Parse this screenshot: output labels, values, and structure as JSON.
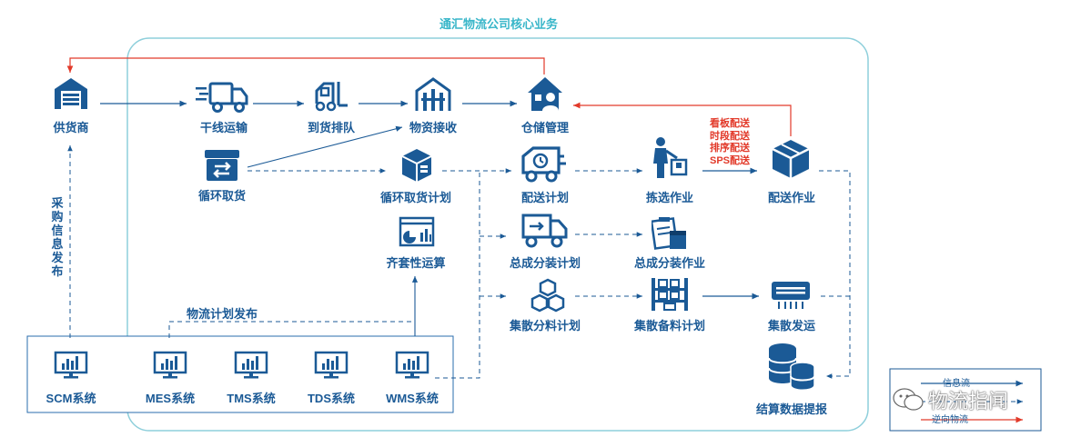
{
  "title": "通汇物流公司核心业务",
  "nodes": {
    "supplier": {
      "label": "供货商",
      "icon": "warehouse-icon"
    },
    "trunk_transport": {
      "label": "干线运输",
      "icon": "truck-icon"
    },
    "arrival_queue": {
      "label": "到货排队",
      "icon": "forklift-icon"
    },
    "material_receipt": {
      "label": "物资接收",
      "icon": "building-icon"
    },
    "warehouse_mgmt": {
      "label": "仓储管理",
      "icon": "house-person-icon"
    },
    "milk_run": {
      "label": "循环取货",
      "icon": "exchange-box-icon"
    },
    "milk_run_plan": {
      "label": "循环取货计划",
      "icon": "3d-box-icon"
    },
    "delivery_plan": {
      "label": "配送计划",
      "icon": "delivery-truck-icon"
    },
    "picking": {
      "label": "拣选作业",
      "icon": "worker-picking-icon"
    },
    "delivery_ops": {
      "label": "配送作业",
      "icon": "package-icon"
    },
    "kit_calc": {
      "label": "齐套性运算",
      "icon": "dashboard-chart-icon"
    },
    "assembly_plan": {
      "label": "总成分装计划",
      "icon": "transfer-truck-icon"
    },
    "assembly_ops": {
      "label": "总成分装作业",
      "icon": "clipboard-box-icon"
    },
    "bulk_sort_plan": {
      "label": "集散分料计划",
      "icon": "stacked-cubes-icon"
    },
    "bulk_prep_plan": {
      "label": "集散备料计划",
      "icon": "shelf-icon"
    },
    "bulk_dispatch": {
      "label": "集散发运",
      "icon": "dispatch-machine-icon"
    },
    "settlement": {
      "label": "结算数据提报",
      "icon": "database-icon"
    }
  },
  "delivery_modes": [
    "看板配送",
    "时段配送",
    "排序配送",
    "SPS配送"
  ],
  "purchase_info_label": "采购信息发布",
  "logistics_plan_label": "物流计划发布",
  "systems": [
    {
      "label": "SCM系统",
      "icon": "monitor-chart-icon"
    },
    {
      "label": "MES系统",
      "icon": "monitor-chart-icon"
    },
    {
      "label": "TMS系统",
      "icon": "monitor-chart-icon"
    },
    {
      "label": "TDS系统",
      "icon": "monitor-chart-icon"
    },
    {
      "label": "WMS系统",
      "icon": "monitor-chart-icon"
    }
  ],
  "legend": {
    "info_flow": "信息流",
    "reverse_flow": "逆向物流"
  },
  "watermark": "物流指闻",
  "colors": {
    "primary": "#1b5a96",
    "accent": "#38b6c9",
    "reverse": "#e23a2a",
    "frame": "#8ecfdb"
  }
}
